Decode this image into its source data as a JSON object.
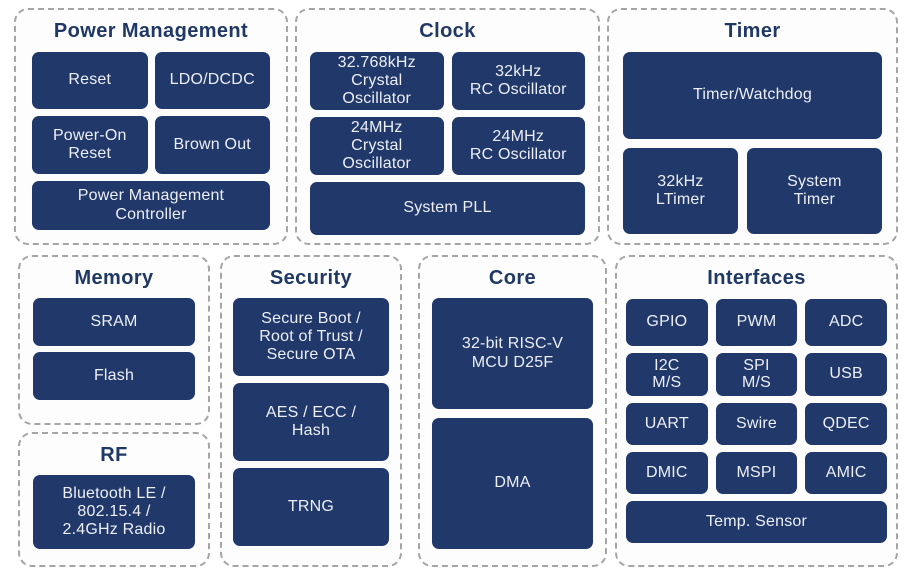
{
  "palette": {
    "block_bg": "#21386b",
    "block_text": "#edeff5",
    "title_text": "#1f3864",
    "section_border": "#a5a5a5",
    "section_bg": "#fdfdfd",
    "page_bg": "#ffffff"
  },
  "sections": [
    {
      "id": "power-management",
      "title": "Power Management",
      "blocks": [
        {
          "label": "Reset"
        },
        {
          "label": "LDO/DCDC"
        },
        {
          "label": "Power-On\nReset"
        },
        {
          "label": "Brown Out"
        },
        {
          "label": "Power Management\nController"
        }
      ]
    },
    {
      "id": "clock",
      "title": "Clock",
      "blocks": [
        {
          "label": "32.768kHz\nCrystal\nOscillator"
        },
        {
          "label": "32kHz\nRC Oscillator"
        },
        {
          "label": "24MHz\nCrystal\nOscillator"
        },
        {
          "label": "24MHz\nRC Oscillator"
        },
        {
          "label": "System PLL"
        }
      ]
    },
    {
      "id": "timer",
      "title": "Timer",
      "blocks": [
        {
          "label": "Timer/Watchdog"
        },
        {
          "label": "32kHz\nLTimer"
        },
        {
          "label": "System\nTimer"
        }
      ]
    },
    {
      "id": "memory",
      "title": "Memory",
      "blocks": [
        {
          "label": "SRAM"
        },
        {
          "label": "Flash"
        }
      ]
    },
    {
      "id": "security",
      "title": "Security",
      "blocks": [
        {
          "label": "Secure Boot /\nRoot of Trust /\nSecure OTA"
        },
        {
          "label": "AES / ECC /\nHash"
        },
        {
          "label": "TRNG"
        }
      ]
    },
    {
      "id": "core",
      "title": "Core",
      "blocks": [
        {
          "label": "32-bit RISC-V\nMCU D25F"
        },
        {
          "label": "DMA"
        }
      ]
    },
    {
      "id": "interfaces",
      "title": "Interfaces",
      "blocks": [
        {
          "label": "GPIO"
        },
        {
          "label": "PWM"
        },
        {
          "label": "ADC"
        },
        {
          "label": "I2C\nM/S"
        },
        {
          "label": "SPI\nM/S"
        },
        {
          "label": "USB"
        },
        {
          "label": "UART"
        },
        {
          "label": "Swire"
        },
        {
          "label": "QDEC"
        },
        {
          "label": "DMIC"
        },
        {
          "label": "MSPI"
        },
        {
          "label": "AMIC"
        },
        {
          "label": "Temp. Sensor"
        }
      ]
    },
    {
      "id": "rf",
      "title": "RF",
      "blocks": [
        {
          "label": "Bluetooth LE /\n802.15.4 /\n2.4GHz Radio"
        }
      ]
    }
  ]
}
